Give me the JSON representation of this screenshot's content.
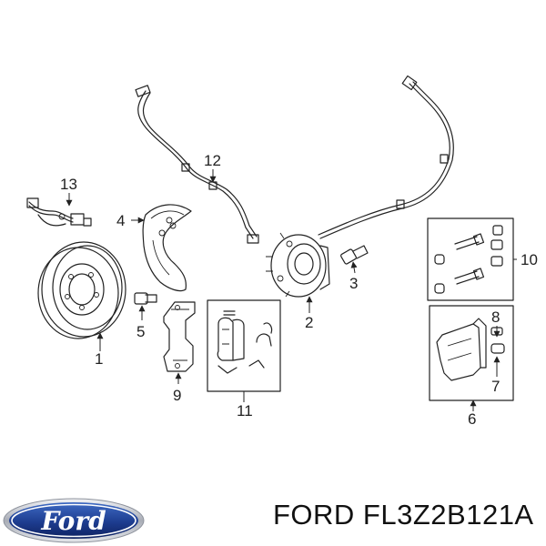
{
  "callouts": {
    "c1": "1",
    "c2": "2",
    "c3": "3",
    "c4": "4",
    "c5": "5",
    "c6": "6",
    "c7": "7",
    "c8": "8",
    "c9": "9",
    "c10": "10",
    "c11": "11",
    "c12": "12",
    "c13": "13"
  },
  "part_title": "FORD FL3Z2B121A",
  "logo": {
    "text": "Ford",
    "colors": {
      "oval": "#1d3c8f",
      "rim": "#c9ccd3"
    }
  }
}
